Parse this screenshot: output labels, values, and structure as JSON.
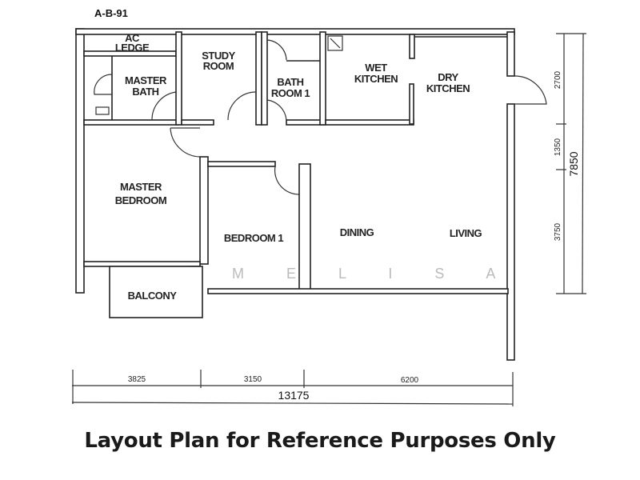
{
  "unit_code": "A-B-91",
  "rooms": {
    "ac_ledge": [
      "AC",
      "LEDGE"
    ],
    "master_bath": [
      "MASTER",
      "BATH"
    ],
    "study_room": [
      "STUDY",
      "ROOM"
    ],
    "bathroom_1": [
      "BATH",
      "ROOM 1"
    ],
    "wet_kitchen": [
      "WET",
      "KITCHEN"
    ],
    "dry_kitchen": [
      "DRY",
      "KITCHEN"
    ],
    "master_bedroom": [
      "MASTER",
      "BEDROOM"
    ],
    "bedroom_1": "BEDROOM 1",
    "dining": "DINING",
    "living": "LIVING",
    "balcony": "BALCONY"
  },
  "dimensions": {
    "horizontal": [
      "3825",
      "3150",
      "6200"
    ],
    "horizontal_total": "13175",
    "vertical": [
      "2700",
      "1350",
      "3750"
    ],
    "vertical_total": "7850"
  },
  "watermark": "M E L I S A",
  "caption": "Layout Plan for Reference Purposes Only"
}
